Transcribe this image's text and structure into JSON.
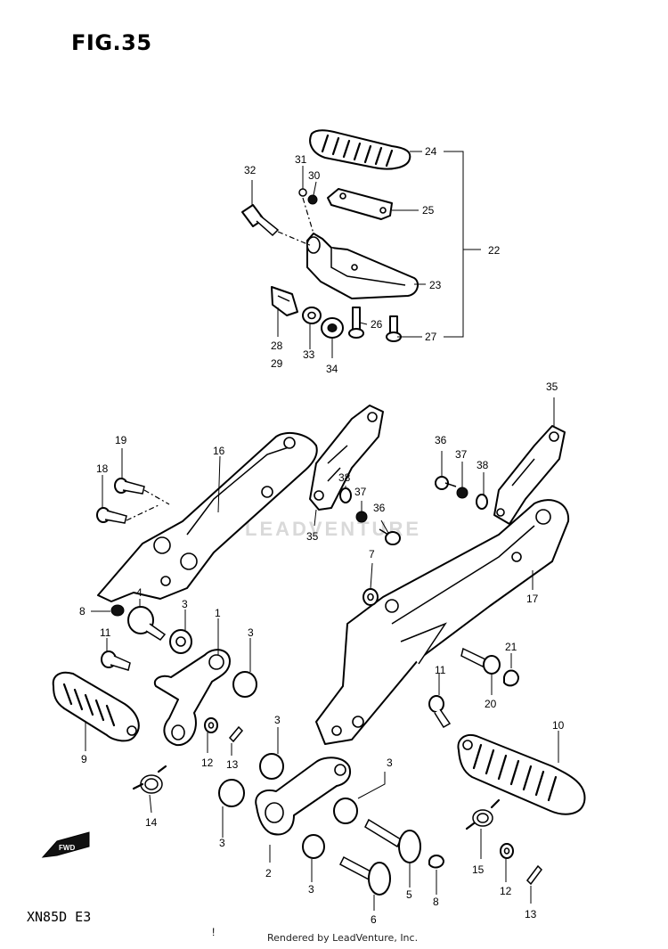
{
  "figure": {
    "title": "FIG.35",
    "model_code": "XN85D  E3",
    "credit": "Rendered by LeadVenture, Inc.",
    "watermark": "LEADVENTURE",
    "fwd_label": "FWD",
    "stray_mark": "!"
  },
  "callouts": {
    "p1": "1",
    "p2": "2",
    "p3": "3",
    "p4": "4",
    "p5": "5",
    "p6": "6",
    "p7": "7",
    "p8": "8",
    "p9": "9",
    "p10": "10",
    "p11": "11",
    "p12": "12",
    "p13": "13",
    "p14": "14",
    "p15": "15",
    "p16": "16",
    "p17": "17",
    "p18": "18",
    "p19": "19",
    "p20": "20",
    "p21": "21",
    "p22": "22",
    "p23": "23",
    "p24": "24",
    "p25": "25",
    "p26": "26",
    "p27": "27",
    "p28": "28",
    "p29": "29",
    "p30": "30",
    "p31": "31",
    "p32": "32",
    "p33": "33",
    "p34": "34",
    "p35": "35",
    "p36": "36",
    "p37": "37",
    "p38": "38"
  }
}
